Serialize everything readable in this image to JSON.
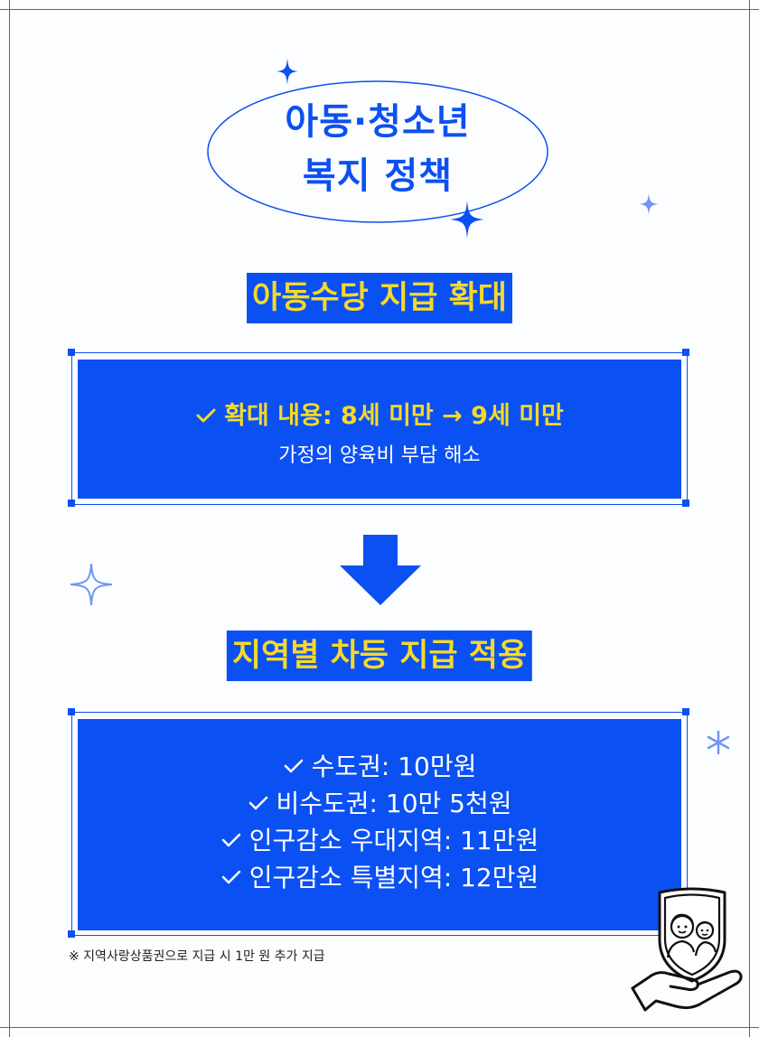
{
  "poster": {
    "title_line1": "아동·청소년",
    "title_line2": "복지 정책"
  },
  "section1": {
    "heading": "아동수당 지급 확대",
    "detail": "확대 내용: 8세 미만 → 9세 미만",
    "subtext": "가정의 양육비 부담 해소"
  },
  "section2": {
    "heading": "지역별 차등 지급 적용",
    "items": [
      "수도권: 10만원",
      "비수도권: 10만 5천원",
      "인구감소 우대지역: 11만원",
      "인구감소 특별지역: 12만원"
    ]
  },
  "footnote": "※ 지역사랑상품권으로 지급 시 1만 원 추가 지급",
  "colors": {
    "brand_blue": "#0b50f2",
    "highlight_yellow": "#f6d928",
    "white": "#ffffff"
  },
  "icons": [
    "sparkle-icon",
    "down-arrow-icon",
    "check-icon",
    "asterisk-icon",
    "family-shield-hand-icon"
  ]
}
